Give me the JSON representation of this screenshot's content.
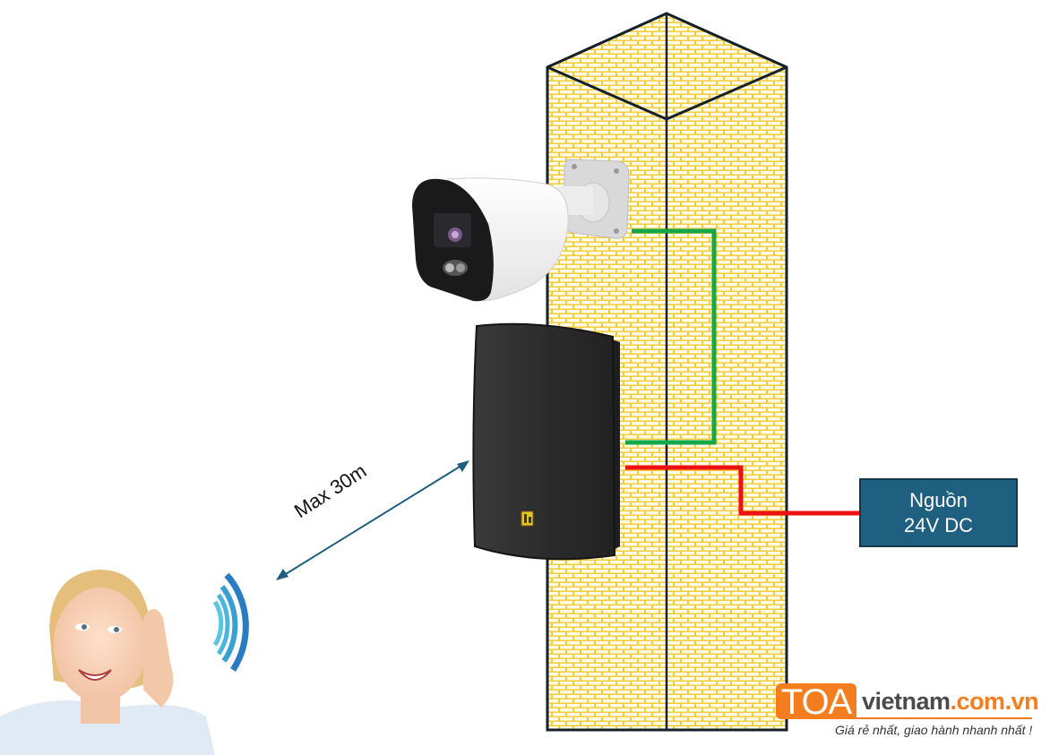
{
  "diagram": {
    "title": "",
    "components": {
      "camera": {
        "label": "IP bullet camera",
        "body_color": "#f4f4f4",
        "face_color": "#1a1a1a"
      },
      "speaker": {
        "label": "Wall-mount speaker",
        "color": "#2b2b2b",
        "logo_color": "#e8c420"
      },
      "pillar": {
        "label": "Brick pillar",
        "brick_color": "#fffbe6",
        "mortar_color": "#f3cc3c",
        "edge_color": "#14202a"
      },
      "listener": {
        "label": "Person listening",
        "sound_wave_colors": [
          "#5fc3e4",
          "#3aa6d6",
          "#2a84c4",
          "#2a5aa8"
        ]
      }
    },
    "power_box": {
      "line1": "Nguồn",
      "line2": "24V DC",
      "fill": "#1f5f80"
    },
    "distance": {
      "label": "Max 30m",
      "color": "#1d5d7e"
    },
    "wires": {
      "green": {
        "color": "#14a84a",
        "from": "camera",
        "to": "speaker"
      },
      "red": {
        "color": "#ee1111",
        "from": "speaker",
        "to": "power_box"
      }
    }
  },
  "watermark": {
    "brand": "TOA",
    "site_dark": "vietnam",
    "site_orange": ".com.vn",
    "slogan": "Giá rẻ nhất, giao hành nhanh nhất !",
    "brand_color": "#f47d20"
  }
}
